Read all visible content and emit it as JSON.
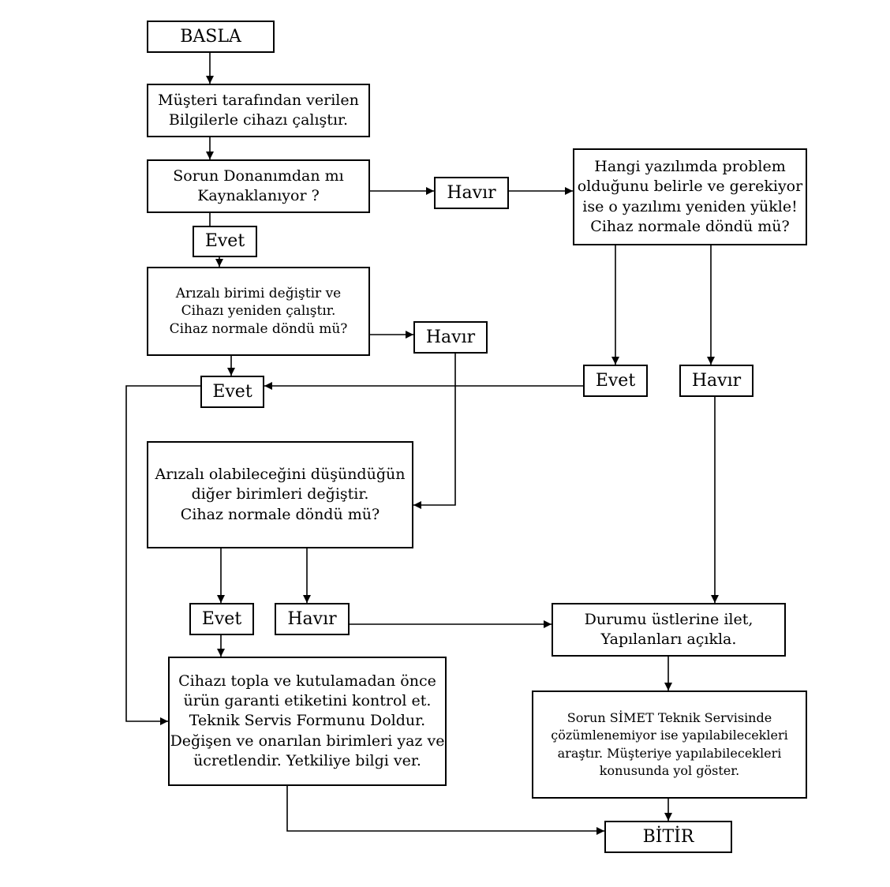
{
  "nodes": {
    "start": "BASLA",
    "run_device": "Müşteri tarafından verilen\nBilgilerle cihazı çalıştır.",
    "hardware_question": "Sorun Donanımdan mı\nKaynaklanıyor ?",
    "hw_no": "Havır",
    "software_step": "Hangi yazılımda problem\nolduğunu belirle ve gerekiyor\nise o yazılımı yeniden yükle!\nCihaz normale döndü mü?",
    "hw_yes": "Evet",
    "replace_unit": "Arızalı birimi değiştir ve\nCihazı yeniden çalıştır.\nCihaz normale döndü mü?",
    "replace_no": "Havır",
    "replace_yes": "Evet",
    "sw_yes": "Evet",
    "sw_no": "Havır",
    "other_units": "Arızalı olabileceğini düşündüğün\ndiğer birimleri değiştir.\nCihaz normale döndü mü?",
    "other_yes": "Evet",
    "other_no": "Havır",
    "escalate": "Durumu üstlerine ilet,\nYapılanları açıkla.",
    "package": "Cihazı topla ve kutulamadan önce\nürün garanti etiketini kontrol et.\nTeknik Servis Formunu Doldur.\nDeğişen ve onarılan birimleri yaz ve\nücretlendir. Yetkiliye bilgi ver.",
    "research": "Sorun SİMET Teknik Servisinde\nçözümlenemiyor ise yapılabilecekleri\naraştır. Müşteriye yapılabilecekleri\nkonusunda yol göster.",
    "end": "BİTİR"
  }
}
